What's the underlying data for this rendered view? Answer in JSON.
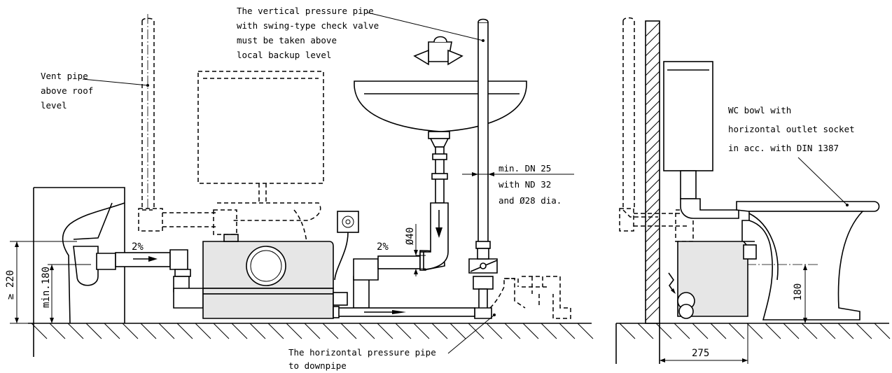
{
  "labels": {
    "vent_pipe": [
      "Vent pipe",
      "above roof",
      "level"
    ],
    "vertical_pipe": [
      "The vertical pressure pipe",
      "with swing-type check valve",
      "must be taken above",
      "local backup level"
    ],
    "min_dn": [
      "min. DN 25",
      "with ND 32",
      "and Ø28 dia."
    ],
    "horizontal_pipe": [
      "The horizontal pressure pipe",
      "to downpipe"
    ],
    "wc_bowl": [
      "WC bowl with",
      "horizontal outlet socket",
      "in acc. with DIN 1387"
    ]
  },
  "dimensions": {
    "slope_left": "2%",
    "slope_right": "2%",
    "dia_40": "Ø40",
    "ge_220": "≥ 220",
    "min_180": "min.180",
    "h_180": "180",
    "w_275": "275"
  }
}
